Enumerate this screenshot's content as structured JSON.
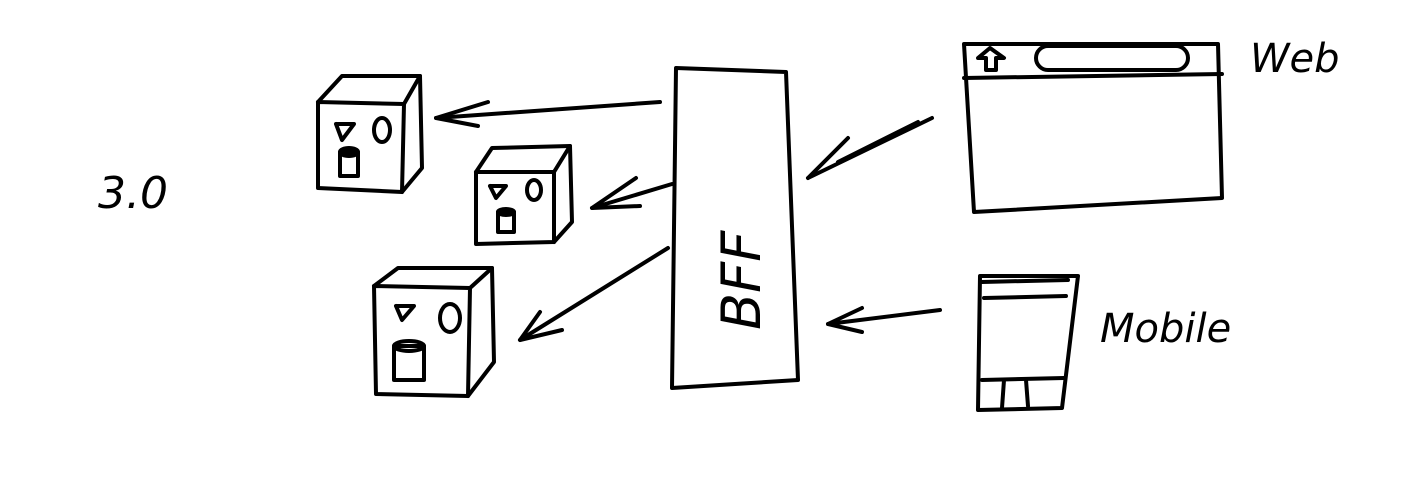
{
  "diagram": {
    "version_label": "3.0",
    "gateway_label": "BFF",
    "clients": [
      {
        "id": "web",
        "label": "Web"
      },
      {
        "id": "mobile",
        "label": "Mobile"
      }
    ],
    "services_count_shown": 3,
    "ink_color": "#000000",
    "background_color": "#ffffff"
  }
}
